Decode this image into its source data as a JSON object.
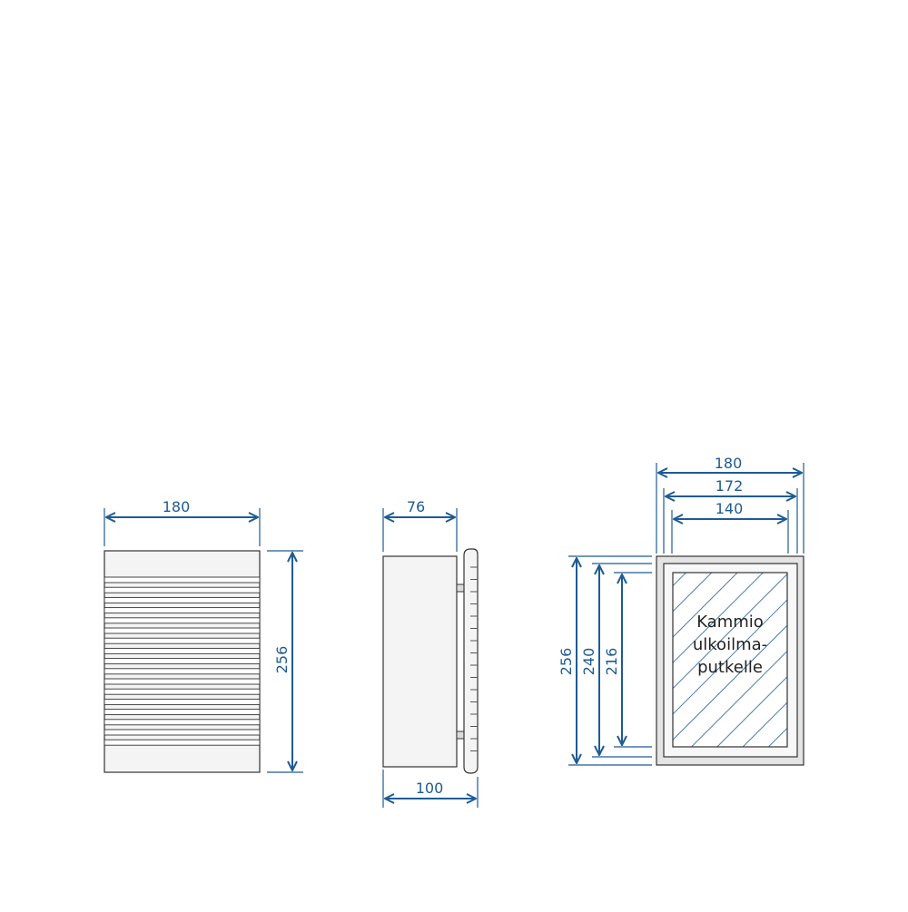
{
  "colors": {
    "dimension": "#1f5b93",
    "outline": "#333333",
    "panel_fill": "#f4f4f4",
    "frame_fill": "#e4e4e4"
  },
  "front_view": {
    "width_label": "180",
    "height_label": "256"
  },
  "side_view": {
    "depth_label": "76",
    "total_depth_label": "100"
  },
  "back_view": {
    "width_outer": "180",
    "width_middle": "172",
    "width_inner": "140",
    "height_outer": "256",
    "height_middle": "240",
    "height_inner": "216",
    "label_line1": "Kammio",
    "label_line2": "ulkoilma-",
    "label_line3": "putkelle"
  }
}
